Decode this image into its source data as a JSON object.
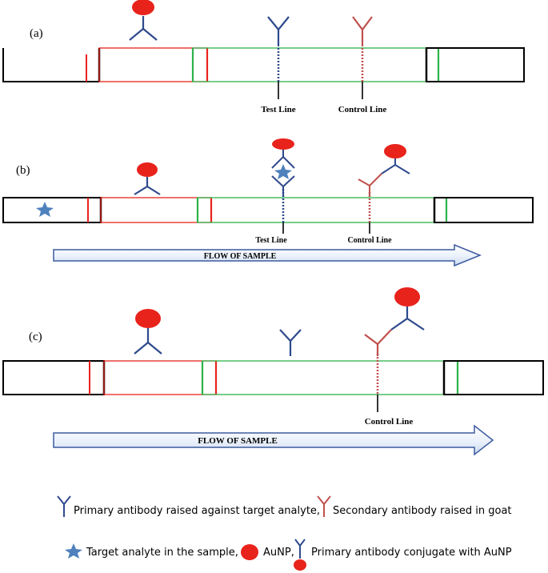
{
  "panels": [
    {
      "label": "(a)",
      "test_line": "Test Line",
      "control_line": "Control Line"
    },
    {
      "label": "(b)",
      "test_line": "Test Line",
      "control_line": "Control Line",
      "flow": "FLOW OF SAMPLE"
    },
    {
      "label": "(c)",
      "control_line": "Control Line",
      "flow": "FLOW OF SAMPLE"
    }
  ],
  "legend": {
    "line1a": "Primary antibody raised against target analyte,",
    "line1b": "Secondary antibody raised in goat",
    "line2a": "Target analyte in the sample,",
    "line2b": "AuNP,",
    "line2c": "Primary antibody conjugate with AuNP"
  },
  "colors": {
    "primary_antibody": "#2e4a8c",
    "secondary_antibody": "#c0504d",
    "aunp": "#e8231c",
    "analyte_star": "#4f81bd",
    "conjugate_pad": "#e8231c",
    "membrane": "#2db34a",
    "flow_arrow": "#3c5b9e"
  },
  "icons": [
    "antibody-y-icon",
    "aunp-dot-icon",
    "star-icon",
    "flow-arrow-icon"
  ]
}
